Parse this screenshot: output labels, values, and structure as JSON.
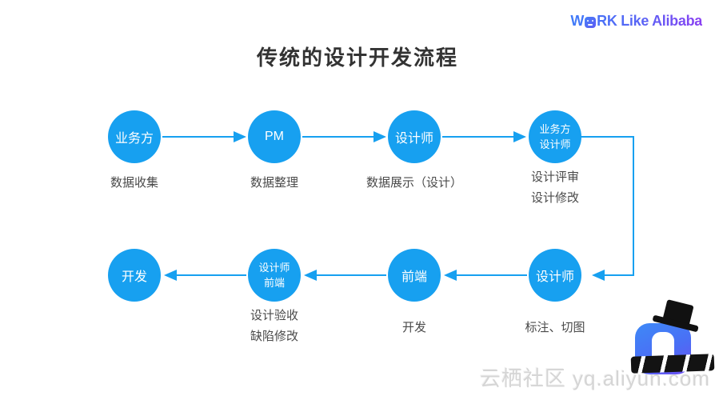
{
  "brand": {
    "part1": "W",
    "o": "O",
    "part2": "RK Like Alibaba",
    "full_text": "WORK Like Alibaba"
  },
  "title": "传统的设计开发流程",
  "watermark": "云栖社区 yq.aliyun.com",
  "colors": {
    "node_fill": "#17a0f0",
    "arrow": "#17a0f0",
    "title_text": "#333333",
    "label_text": "#4a4a4a",
    "brand_gradient_start": "#3f7bf8",
    "brand_gradient_end": "#8a3ff2",
    "watermark_text": "#d5d5d5"
  },
  "flow": {
    "nodes": [
      {
        "label": "业务方",
        "sublabel": "数据收集"
      },
      {
        "label": "PM",
        "sublabel": "数据整理"
      },
      {
        "label": "设计师",
        "sublabel": "数据展示（设计）"
      },
      {
        "label_line1": "业务方",
        "label_line2": "设计师",
        "sublabel_line1": "设计评审",
        "sublabel_line2": "设计修改"
      },
      {
        "label": "开发"
      },
      {
        "label_line1": "设计师",
        "label_line2": "前端",
        "sublabel_line1": "设计验收",
        "sublabel_line2": "缺陷修改"
      },
      {
        "label": "前端",
        "sublabel": "开发"
      },
      {
        "label": "设计师",
        "sublabel": "标注、切图"
      }
    ]
  }
}
